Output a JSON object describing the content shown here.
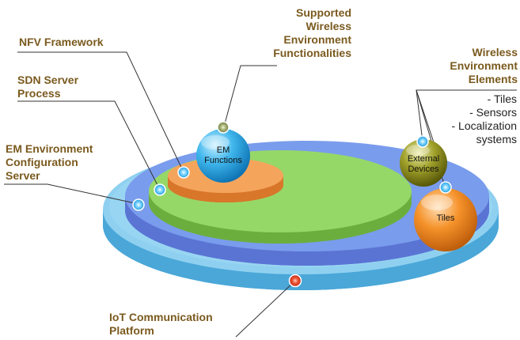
{
  "labels": {
    "supported": [
      "Supported",
      "Wireless",
      "Environment",
      "Functionalities"
    ],
    "nfv": [
      "NFV Framework"
    ],
    "sdn": [
      "SDN Server",
      "Process"
    ],
    "em_env": [
      "EM Environment",
      "Configuration",
      "Server"
    ],
    "wireless_elements": [
      "Wireless",
      "Environment",
      "Elements"
    ],
    "iot": [
      "IoT Communication",
      "Platform"
    ]
  },
  "element_list": [
    "- Tiles",
    "- Sensors",
    "- Localization",
    "systems"
  ],
  "orbs": {
    "em_functions": [
      "EM",
      "Functions"
    ],
    "external_devices": [
      "External",
      "Devices"
    ],
    "tiles": [
      "Tiles"
    ]
  },
  "colors": {
    "label_text": "#7a5a1e",
    "outer_disc": "#7ec6ea",
    "blue_disc": "#6d8fe0",
    "green_disc": "#8bd05a",
    "orange_disc": "#f0a050",
    "em_orb": "#1e9fd8",
    "external_orb": "#7a7a10",
    "tiles_orb": "#f08a1e",
    "marker_blue": "#49b8ef",
    "marker_red": "#e8402a",
    "marker_olive": "#9aa860"
  }
}
